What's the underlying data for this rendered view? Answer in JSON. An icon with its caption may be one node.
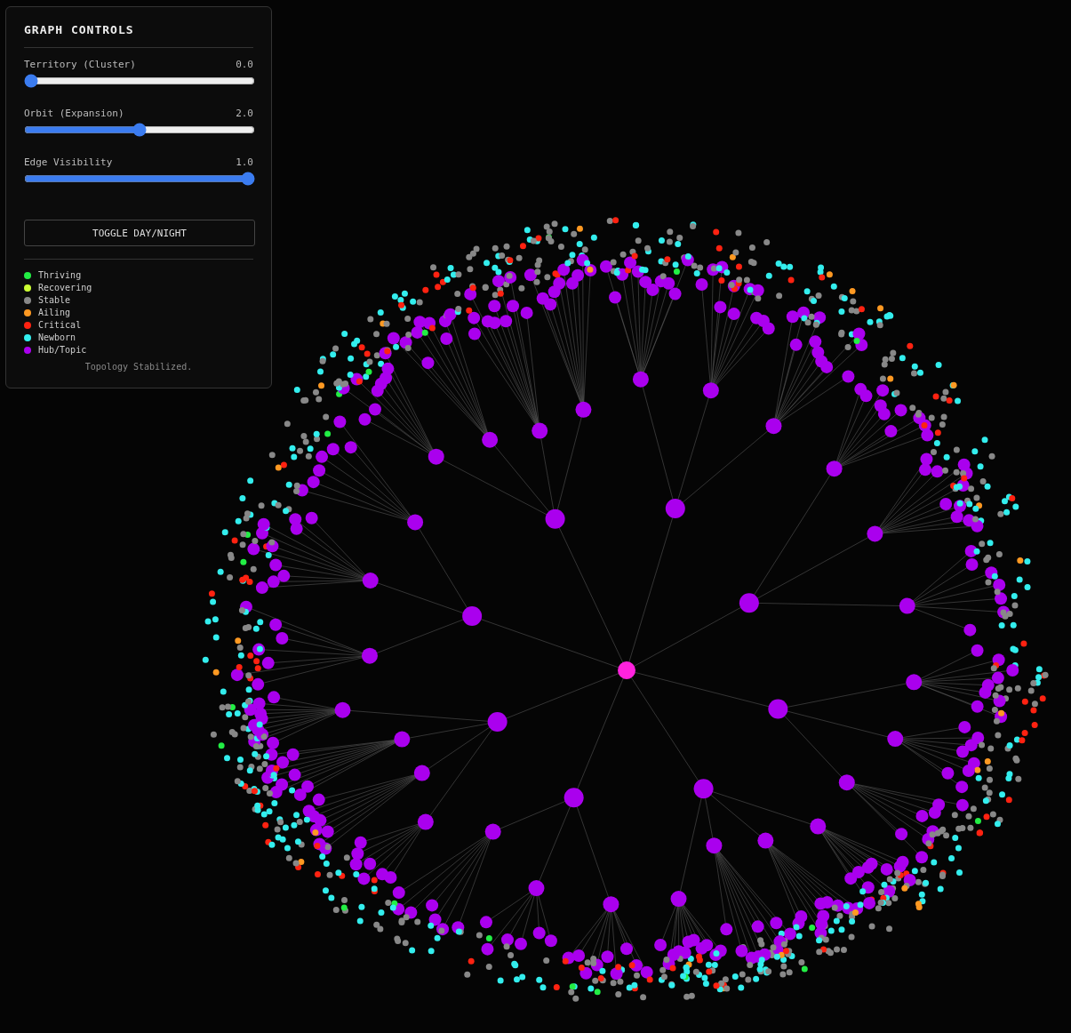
{
  "diagram": {
    "labels": [
      "GRAPH CONTROLS",
      "Territory (Cluster)",
      "0.0",
      "Orbit (Expansion)",
      "2.0",
      "Edge Visibility",
      "1.0",
      "TOGGLE DAY/NIGHT",
      "Topology Stabilized."
    ],
    "legend": [
      {
        "text": "Thriving",
        "color": "#22ee44"
      },
      {
        "text": "Recovering",
        "color": "#ccff33"
      },
      {
        "text": "Stable",
        "color": "#888888"
      },
      {
        "text": "Ailing",
        "color": "#ff9922"
      },
      {
        "text": "Critical",
        "color": "#ff2211"
      },
      {
        "text": "Newborn",
        "color": "#33eeee"
      },
      {
        "text": "Hub/Topic",
        "color": "#aa00ee"
      }
    ]
  }
}
